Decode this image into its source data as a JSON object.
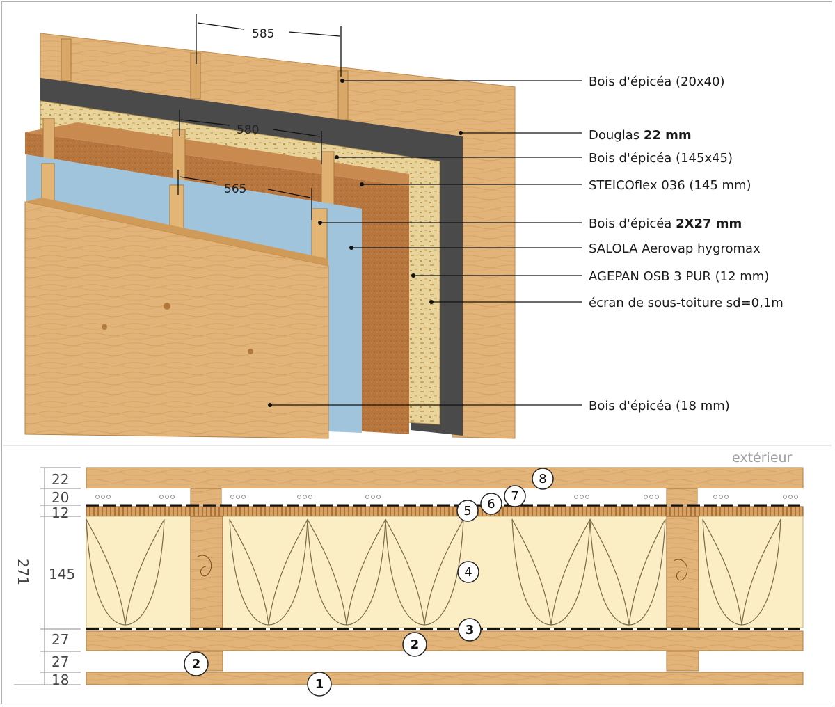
{
  "labels": [
    {
      "text": "Bois d'épicéa (20x40)"
    },
    {
      "prefix": "Douglas ",
      "bold": "22 mm"
    },
    {
      "text": "Bois d'épicéa (145x45)"
    },
    {
      "text": "STEICOflex 036 (145 mm)"
    },
    {
      "prefix": "Bois d'épicéa ",
      "bold": "2X27 mm"
    },
    {
      "text": "SALOLA Aerovap hygromax"
    },
    {
      "text": "AGEPAN OSB 3 PUR (12 mm)"
    },
    {
      "text": "écran de sous-toiture sd=0,1m"
    },
    {
      "text": "Bois d'épicéa (18 mm)"
    }
  ],
  "spacings": [
    "585",
    "580",
    "565"
  ],
  "section": {
    "side_label": "extérieur",
    "total": "271",
    "thicknesses": [
      "22",
      "20",
      "12",
      "145",
      "27",
      "27",
      "18"
    ],
    "callouts": [
      "8",
      "7",
      "6",
      "5",
      "4",
      "3",
      "2",
      "2",
      "1"
    ]
  },
  "colors": {
    "wood": "#e2b47a",
    "wood_dark": "#c98f50",
    "insulation_board": "#b8763f",
    "vapour_membrane": "#9fc4dc",
    "osb": "#e8d39a",
    "underlay": "#4a4a4a",
    "batt_insulation": "#fbedc4"
  }
}
